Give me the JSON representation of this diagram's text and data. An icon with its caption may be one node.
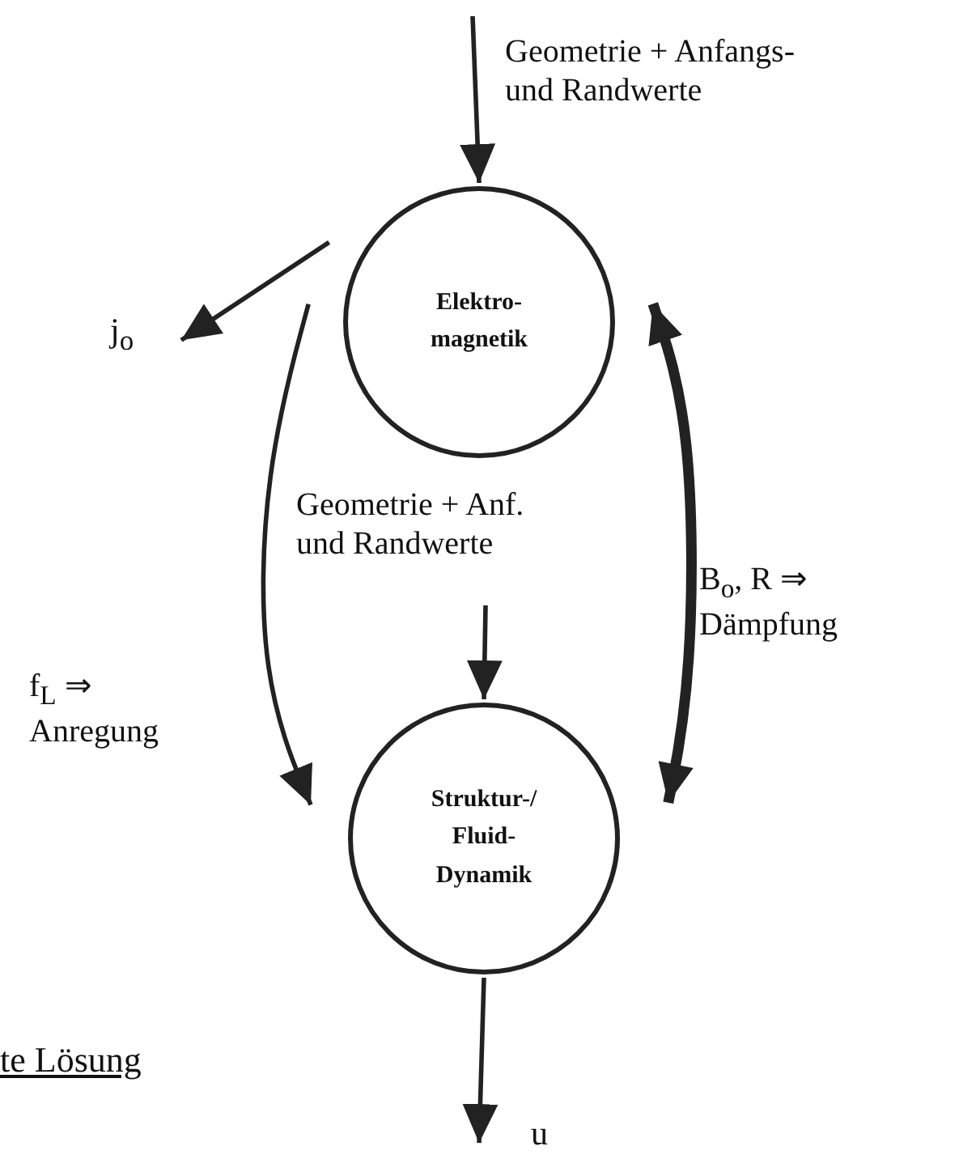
{
  "diagram": {
    "nodes": [
      {
        "text": [
          "Elektro- magnetik"
        ]
      },
      {
        "text": [
          "Struktur-/ Fluid- Dynamik"
        ]
      },
      {
        "text": [
          "j$_{o}$"
        ]
      },
      {
        "text": [
          "u"
        ]
      }
    ],
    "edges": [
      {
        "from": null,
        "to": 0,
        "arrow": "to",
        "label": "Geometrie + Anfangs- und Randwerte"
      },
      {
        "from": 0,
        "to": 2,
        "arrow": "to"
      },
      {
        "from": 0,
        "to": 1,
        "arrow": "to",
        "label": "f$_{L}$ ⇒ Anregung"
      },
      {
        "from": null,
        "to": 1,
        "arrow": "to",
        "label": "Geometrie + Anf. und Randwerte"
      },
      {
        "from": 1,
        "to": 0,
        "arrow": "both",
        "style": "thick",
        "label": "B$_{o}$, R ⇒ Dämpfung"
      },
      {
        "from": 1,
        "to": 3,
        "arrow": "to"
      }
    ],
    "labels": [
      "te Lösung"
    ]
  }
}
